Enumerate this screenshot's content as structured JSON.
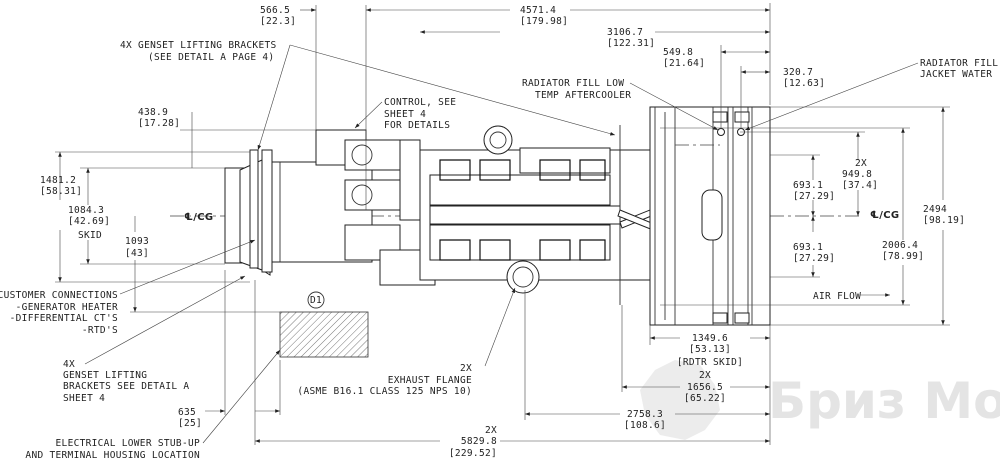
{
  "dims": {
    "d566": [
      "566.5",
      "[22.3]"
    ],
    "d4571": [
      "4571.4",
      "[179.98]"
    ],
    "d3106": [
      "3106.7",
      "[122.31]"
    ],
    "d549": [
      "549.8",
      "[21.64]"
    ],
    "d320": [
      "320.7",
      "[12.63]"
    ],
    "d438": [
      "438.9",
      "[17.28]"
    ],
    "d1481": [
      "1481.2",
      "[58.31]"
    ],
    "d1084": [
      "1084.3",
      "[42.69]",
      "SKID"
    ],
    "d1093": [
      "1093",
      "[43]"
    ],
    "d693a": [
      "693.1",
      "[27.29]"
    ],
    "d693b": [
      "693.1",
      "[27.29]"
    ],
    "d949": [
      "2X",
      "949.8",
      "[37.4]"
    ],
    "d2494": [
      "2494",
      "[98.19]"
    ],
    "d2006": [
      "2006.4",
      "[78.99]"
    ],
    "d1349": [
      "1349.6",
      "[53.13]",
      "[RDTR SKID]"
    ],
    "d1656": [
      "2X",
      "1656.5",
      "[65.22]"
    ],
    "d2758": [
      "2758.3",
      "[108.6]"
    ],
    "d5829": [
      "2X",
      "5829.8",
      "[229.52]"
    ],
    "d635": [
      "635",
      "[25]"
    ]
  },
  "callouts": {
    "lifting_top": [
      "4X GENSET LIFTING BRACKETS",
      "(SEE DETAIL A PAGE 4)"
    ],
    "control": [
      "CONTROL, SEE",
      "SHEET 4",
      "FOR DETAILS"
    ],
    "rad_low": [
      "RADIATOR FILL LOW",
      "TEMP AFTERCOOLER"
    ],
    "rad_jacket": [
      "RADIATOR FILL",
      "JACKET WATER"
    ],
    "customer": [
      "CUSTOMER CONNECTIONS",
      "-GENERATOR HEATER",
      "-DIFFERENTIAL CT'S",
      "-RTD'S"
    ],
    "lifting_bottom": [
      "4X",
      "GENSET LIFTING",
      "BRACKETS SEE DETAIL A",
      "SHEET 4"
    ],
    "exhaust": [
      "2X",
      "EXHAUST FLANGE",
      "(ASME B16.1 CLASS 125 NPS 10)"
    ],
    "electrical": [
      "ELECTRICAL LOWER STUB-UP",
      "AND TERMINAL HOUSING LOCATION"
    ],
    "air_flow": "AIR FLOW",
    "cg_left": "℄/CG",
    "cg_right": "℄/CG",
    "detail_tag": "D1"
  },
  "watermark": "Бриз Моторс"
}
